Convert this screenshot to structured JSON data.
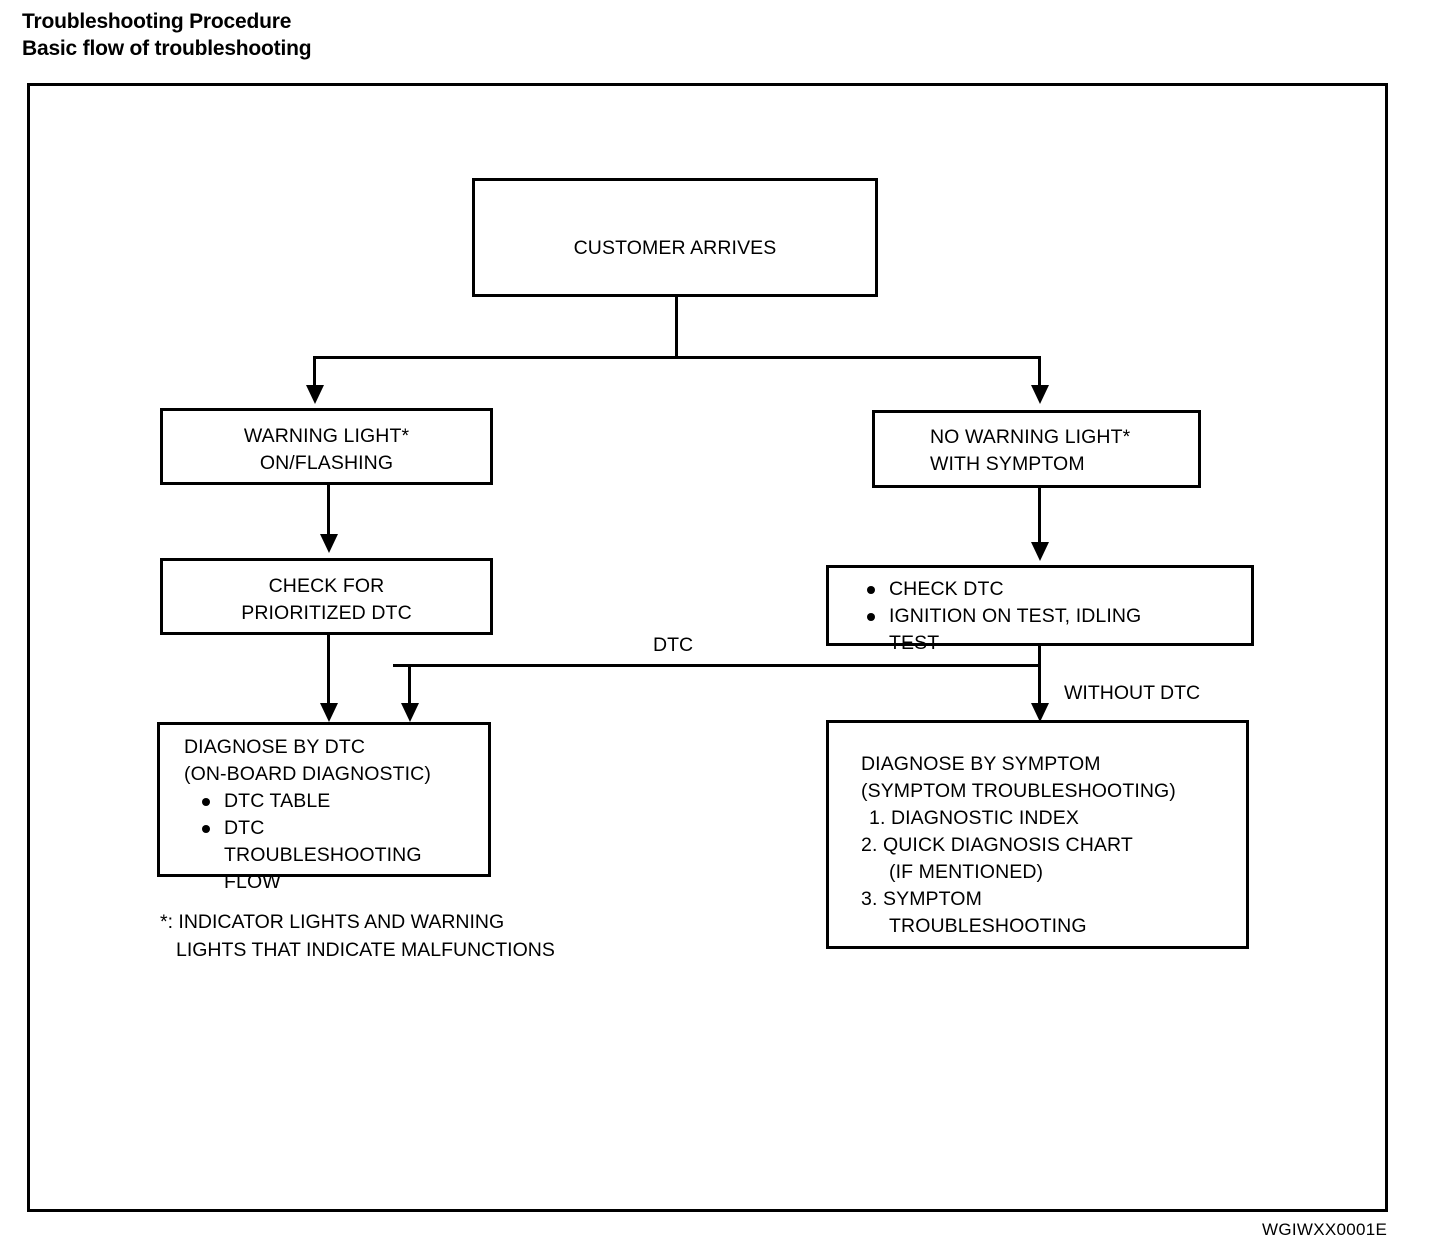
{
  "heading": {
    "line1": "Troubleshooting Procedure",
    "line2": "Basic flow of troubleshooting"
  },
  "diagram": {
    "type": "flowchart",
    "nodes": {
      "customer_arrives": {
        "lines": [
          "CUSTOMER ARRIVES"
        ]
      },
      "warning_light": {
        "lines": [
          "WARNING LIGHT*",
          "ON/FLASHING"
        ]
      },
      "no_warning_light": {
        "lines": [
          "NO WARNING LIGHT*",
          "WITH SYMPTOM"
        ]
      },
      "check_prioritized_dtc": {
        "lines": [
          "CHECK FOR",
          "PRIORITIZED DTC"
        ]
      },
      "check_dtc_tests": {
        "bullets": [
          "CHECK DTC",
          "IGNITION ON TEST, IDLING"
        ],
        "continuation": "TEST"
      },
      "diagnose_by_dtc": {
        "title": "DIAGNOSE BY DTC",
        "subtitle": "(ON-BOARD DIAGNOSTIC)",
        "bullets": [
          "DTC TABLE",
          "DTC"
        ],
        "continuation1": "TROUBLESHOOTING",
        "continuation2": "FLOW"
      },
      "diagnose_by_symptom": {
        "title": "DIAGNOSE BY SYMPTOM",
        "subtitle": "(SYMPTOM TROUBLESHOOTING)",
        "items": [
          "1. DIAGNOSTIC INDEX",
          "2. QUICK DIAGNOSIS CHART",
          "   (IF MENTIONED)",
          "3. SYMPTOM",
          "   TROUBLESHOOTING"
        ],
        "item1": "1. DIAGNOSTIC INDEX",
        "item2": "2. QUICK DIAGNOSIS CHART",
        "item2b": "(IF MENTIONED)",
        "item3": "3. SYMPTOM",
        "item3b": "TROUBLESHOOTING"
      }
    },
    "edge_labels": {
      "dtc": "DTC",
      "without_dtc": "WITHOUT DTC"
    }
  },
  "footnote": {
    "line1": "*: INDICATOR LIGHTS AND WARNING",
    "line2": "LIGHTS THAT INDICATE MALFUNCTIONS"
  },
  "part_code": "WGIWXX0001E",
  "colors": {
    "ink": "#000000",
    "paper": "#ffffff"
  }
}
